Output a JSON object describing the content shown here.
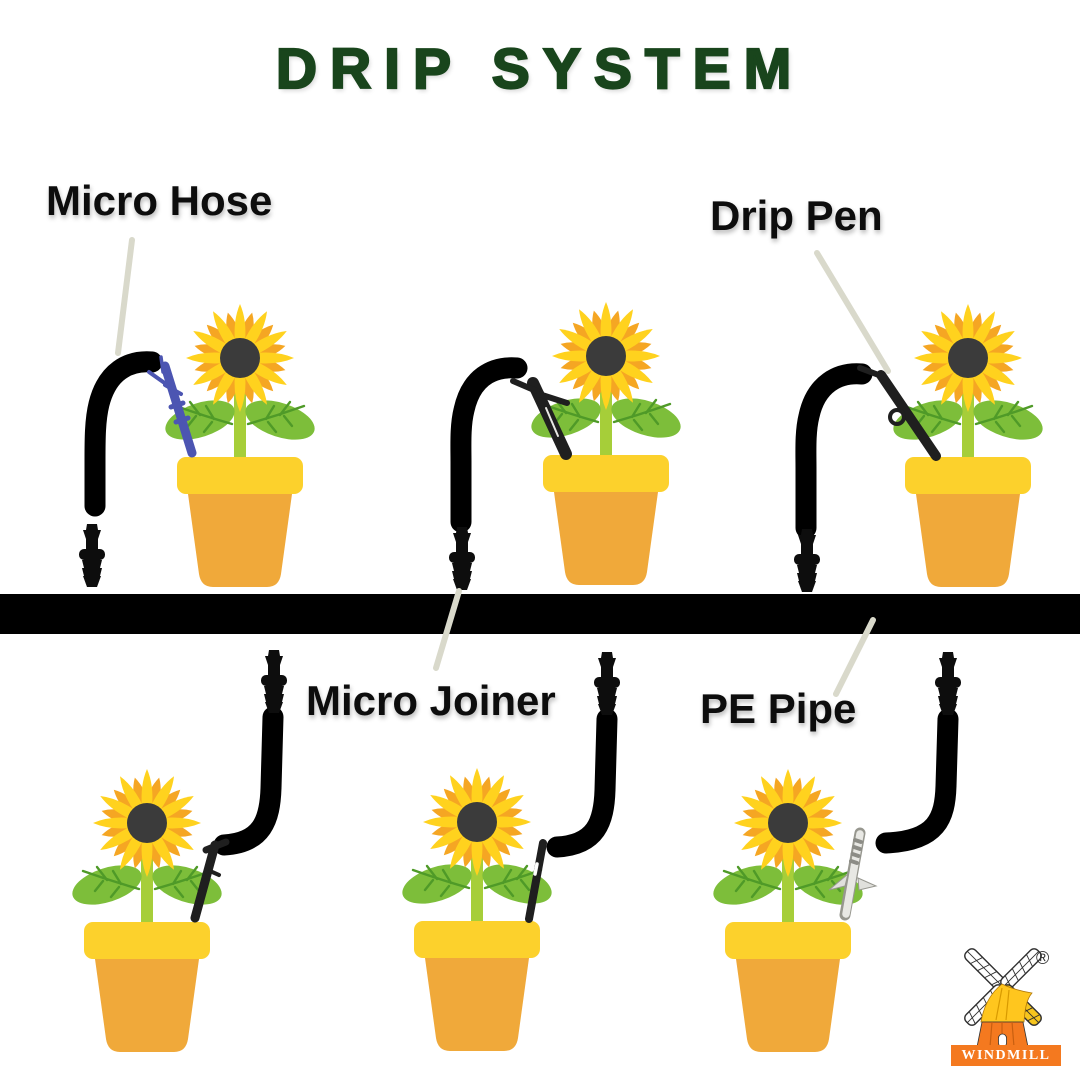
{
  "title": "DRIP SYSTEM",
  "labels": {
    "micro_hose": "Micro Hose",
    "drip_pen": "Drip Pen",
    "micro_joiner": "Micro Joiner",
    "pe_pipe": "PE Pipe"
  },
  "logo": {
    "brand": "WINDMILL",
    "registered_mark": "®"
  },
  "colors": {
    "title_green": "#19451c",
    "label_black": "#0d0d0d",
    "pointer_line": "#d9d9cb",
    "pipe_black": "#000000",
    "petal_front": "#ffd21e",
    "petal_back": "#f5a623",
    "flower_center": "#3b3b3b",
    "stem_green": "#a6ce39",
    "leaf_green": "#7dbe3a",
    "leaf_vein": "#4f9a28",
    "pot_rim": "#fcd12c",
    "pot_body": "#f0a93a",
    "pen_blue": "#4c55b2",
    "pen_black": "#1f1f1f",
    "logo_orange": "#f4791f",
    "logo_yellow": "#ffc61e"
  }
}
